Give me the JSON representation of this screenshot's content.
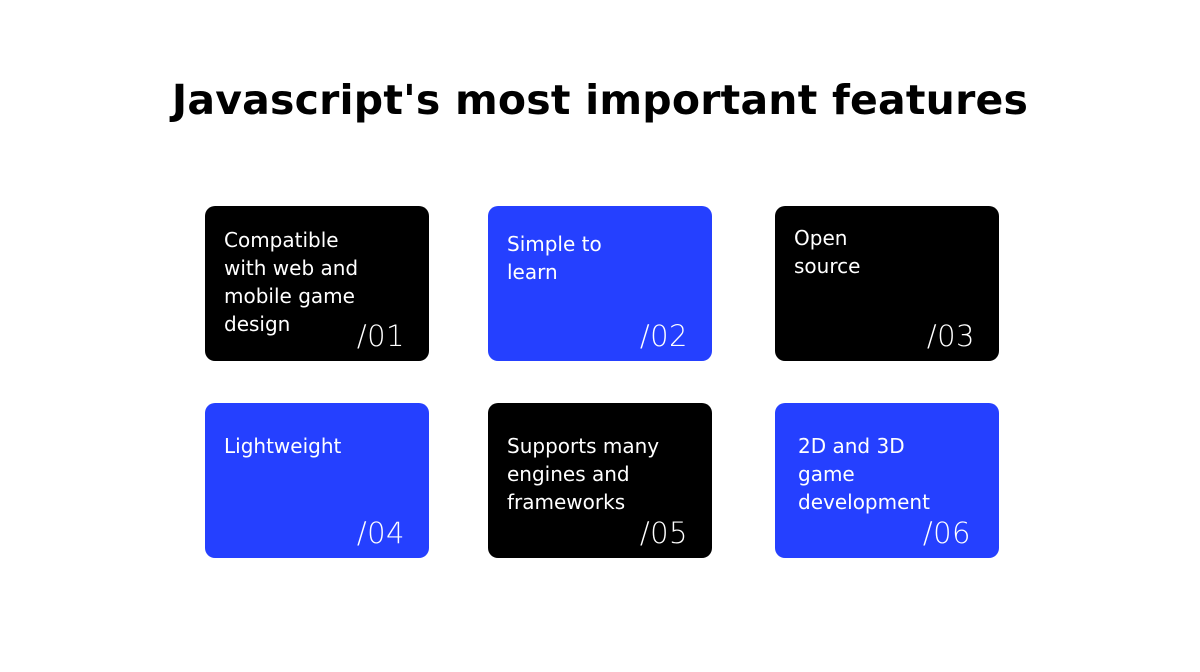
{
  "title": "Javascript's most important features",
  "colors": {
    "black_card": "#000000",
    "blue_card": "#2540FF",
    "text_on_card": "#FFFFFF",
    "background": "#FFFFFF"
  },
  "cards": [
    {
      "label": "Compatible\nwith web and\nmobile game\ndesign",
      "number": "/01",
      "color": "black"
    },
    {
      "label": "Simple to\nlearn",
      "number": "/02",
      "color": "blue"
    },
    {
      "label": "Open\nsource",
      "number": "/03",
      "color": "black"
    },
    {
      "label": "Lightweight",
      "number": "/04",
      "color": "blue"
    },
    {
      "label": "Supports many\nengines and\nframeworks",
      "number": "/05",
      "color": "black"
    },
    {
      "label": "2D and 3D\ngame\ndevelopment",
      "number": "/06",
      "color": "blue"
    }
  ]
}
